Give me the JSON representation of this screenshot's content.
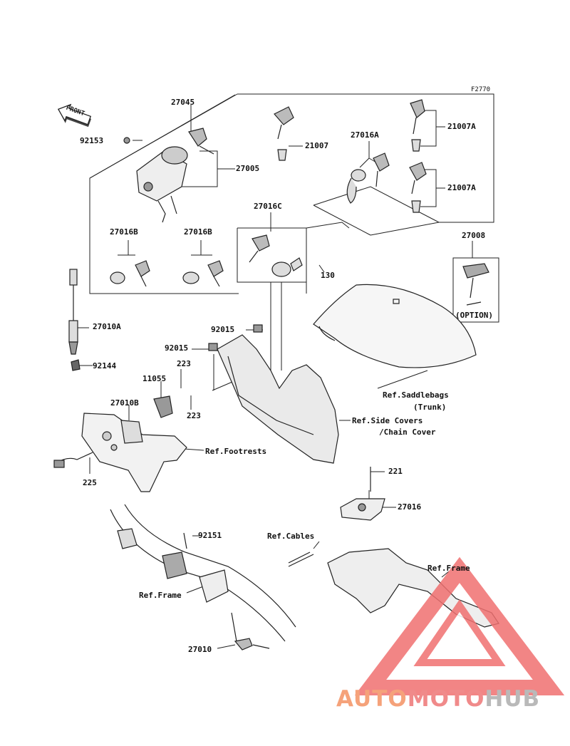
{
  "figure_code": "F2770",
  "front_label": "FRONT",
  "parts": {
    "p27045": "27045",
    "p92153": "92153",
    "p27005": "27005",
    "p21007": "21007",
    "p27016A": "27016A",
    "p21007A_1": "21007A",
    "p21007A_2": "21007A",
    "p27016C": "27016C",
    "p27016B_1": "27016B",
    "p27016B_2": "27016B",
    "p27008": "27008",
    "p130": "130",
    "p27010A": "27010A",
    "p92144": "92144",
    "p92015_1": "92015",
    "p92015_2": "92015",
    "p223_1": "223",
    "p11055": "11055",
    "p27010B": "27010B",
    "p223_2": "223",
    "p225": "225",
    "p221": "221",
    "p27016": "27016",
    "p92151": "92151",
    "p27010": "27010"
  },
  "refs": {
    "saddlebags": "Ref.Saddlebags",
    "trunk": "(Trunk)",
    "side_covers": "Ref.Side Covers",
    "chain_cover": "/Chain Cover",
    "footrests": "Ref.Footrests",
    "cables": "Ref.Cables",
    "frame_right": "Ref.Frame",
    "frame_left": "Ref.Frame"
  },
  "option_label": "(OPTION)",
  "watermark": {
    "part1": "AUTO",
    "part2": "MOTO",
    "part3": "HUB",
    "colors": {
      "part1": "#f5a27a",
      "part2": "#f08a8a",
      "part3": "#b9b9b9",
      "triangle": "#f07070"
    }
  }
}
